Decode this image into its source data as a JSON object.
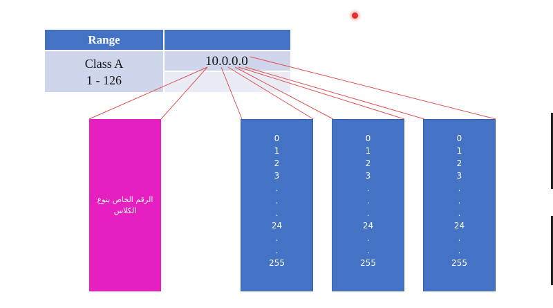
{
  "table": {
    "header_left": "Range",
    "header_right": "",
    "class_name": "Class A",
    "range": "1 - 126",
    "ip": "10.0.0.0"
  },
  "boxes": {
    "pink_label": "الرقم الخاص بنوع الكلاس",
    "pink_color": "#e61fc0",
    "blue_color": "#4472c4",
    "octet_values": [
      "0",
      "1",
      "2",
      "3",
      ".",
      ".",
      ".",
      "24",
      ".",
      ".",
      "255"
    ]
  },
  "line_color": "#e05050"
}
